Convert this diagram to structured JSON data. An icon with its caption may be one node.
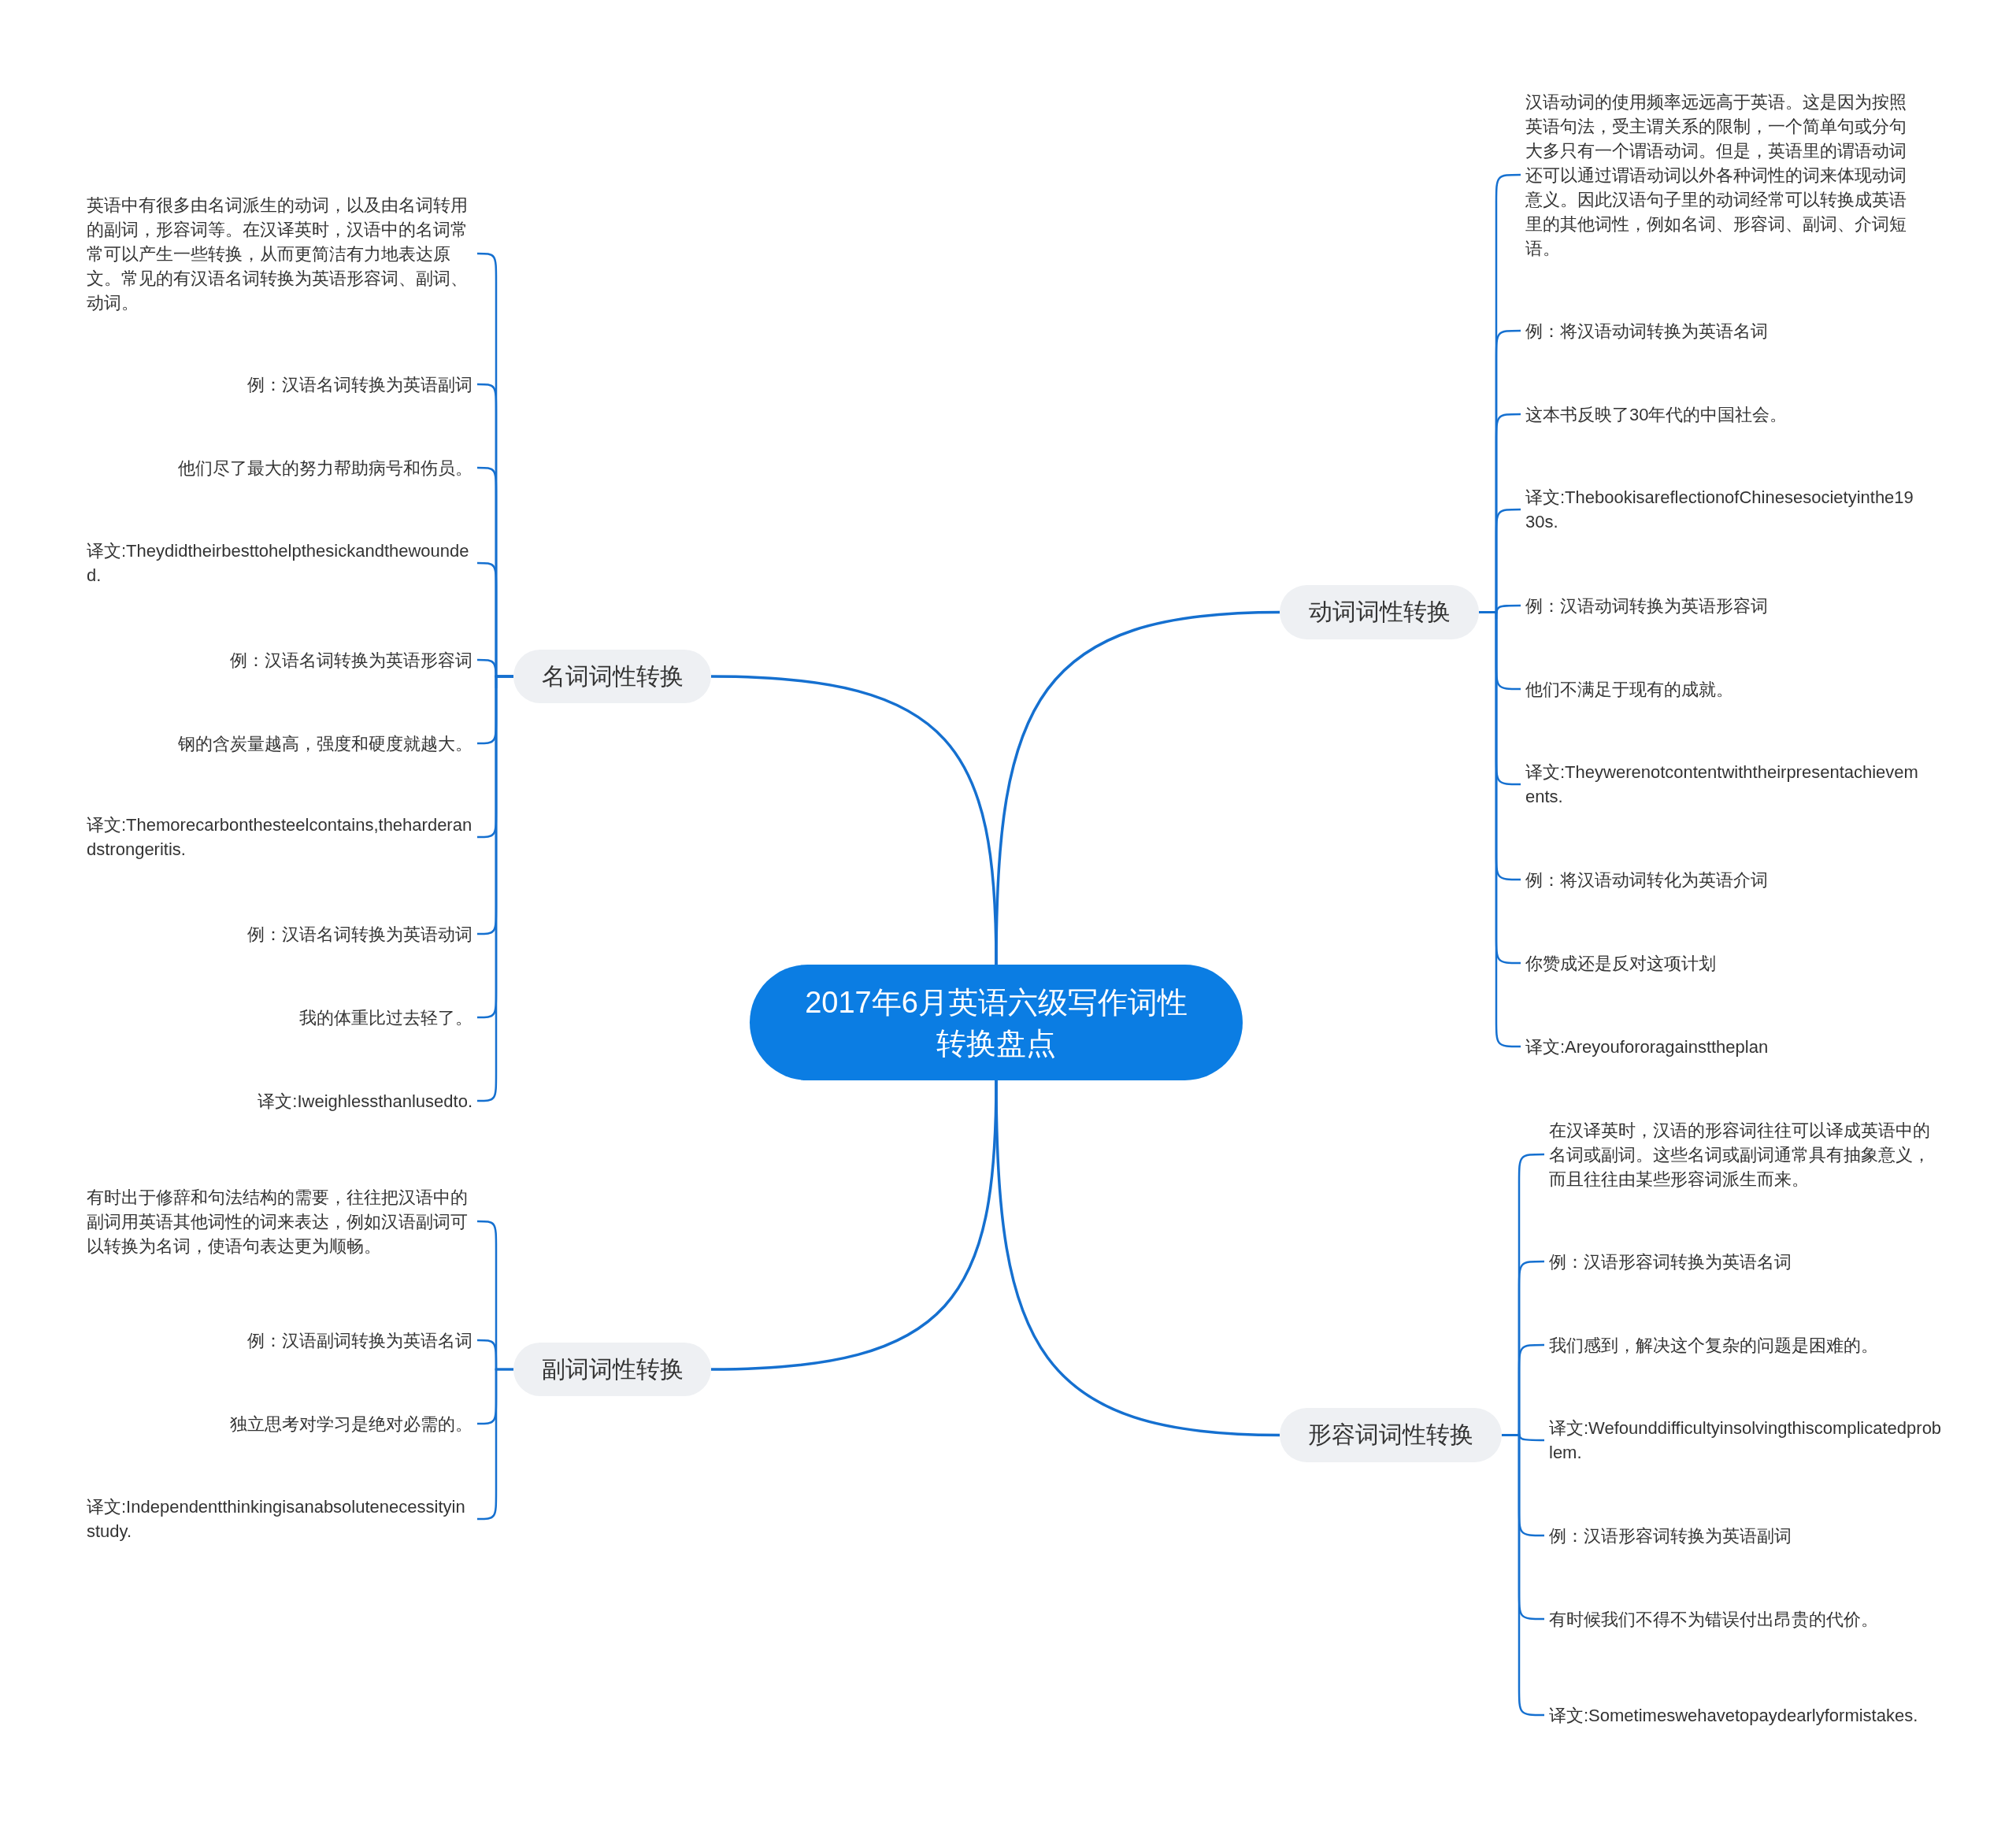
{
  "diagram": {
    "nodes": [
      {
        "text": [
          "2017年6月英语六级写作词性转换盘点"
        ]
      },
      {
        "text": [
          "动词词性转换"
        ]
      },
      {
        "text": [
          "汉语动词的使用频率远远高于英语。这是因为按照英语句法，受主谓关系的限制，一个简单句或分句大多只有一个谓语动词。但是，英语里的谓语动词还可以通过谓语动词以外各种词性的词来体现动词意义。因此汉语句子里的动词经常可以转换成英语里的其他词性，例如名词、形容词、副词、介词短语。"
        ]
      },
      {
        "text": [
          "例：将汉语动词转换为英语名词"
        ]
      },
      {
        "text": [
          "这本书反映了30年代的中国社会。"
        ]
      },
      {
        "text": [
          "译文:ThebookisareflectionofChinesesocietyinthe1930s."
        ]
      },
      {
        "text": [
          "例：汉语动词转换为英语形容词"
        ]
      },
      {
        "text": [
          "他们不满足于现有的成就。"
        ]
      },
      {
        "text": [
          "译文:Theywerenotcontentwiththeirpresentachievements."
        ]
      },
      {
        "text": [
          "例：将汉语动词转化为英语介词"
        ]
      },
      {
        "text": [
          "你赞成还是反对这项计划"
        ]
      },
      {
        "text": [
          "译文:Areyoufororagainsttheplan"
        ]
      },
      {
        "text": [
          "名词词性转换"
        ]
      },
      {
        "text": [
          "英语中有很多由名词派生的动词，以及由名词转用的副词，形容词等。在汉译英时，汉语中的名词常常可以产生一些转换，从而更简洁有力地表达原文。常见的有汉语名词转换为英语形容词、副词、动词。"
        ]
      },
      {
        "text": [
          "例：汉语名词转换为英语副词"
        ]
      },
      {
        "text": [
          "他们尽了最大的努力帮助病号和伤员。"
        ]
      },
      {
        "text": [
          "译文:Theydidtheirbesttohelpthesickandthewounded."
        ]
      },
      {
        "text": [
          "例：汉语名词转换为英语形容词"
        ]
      },
      {
        "text": [
          "钢的含炭量越高，强度和硬度就越大。"
        ]
      },
      {
        "text": [
          "译文:Themorecarbonthesteelcontains,theharderandstrongeritis."
        ]
      },
      {
        "text": [
          "例：汉语名词转换为英语动词"
        ]
      },
      {
        "text": [
          "我的体重比过去轻了。"
        ]
      },
      {
        "text": [
          "译文:Iweighlessthanlusedto."
        ]
      },
      {
        "text": [
          "形容词词性转换"
        ]
      },
      {
        "text": [
          "在汉译英时，汉语的形容词往往可以译成英语中的名词或副词。这些名词或副词通常具有抽象意义，而且往往由某些形容词派生而来。"
        ]
      },
      {
        "text": [
          "例：汉语形容词转换为英语名词"
        ]
      },
      {
        "text": [
          "我们感到，解决这个复杂的问题是困难的。"
        ]
      },
      {
        "text": [
          "译文:Wefounddifficultyinsolvingthiscomplicatedproblem."
        ]
      },
      {
        "text": [
          "例：汉语形容词转换为英语副词"
        ]
      },
      {
        "text": [
          "有时候我们不得不为错误付出昂贵的代价。"
        ]
      },
      {
        "text": [
          "译文:Sometimeswehavetopaydearlyformistakes."
        ]
      },
      {
        "text": [
          "副词词性转换"
        ]
      },
      {
        "text": [
          "有时出于修辞和句法结构的需要，往往把汉语中的副词用英语其他词性的词来表达，例如汉语副词可以转换为名词，使语句表达更为顺畅。"
        ]
      },
      {
        "text": [
          "例：汉语副词转换为英语名词"
        ]
      },
      {
        "text": [
          "独立思考对学习是绝对必需的。"
        ]
      },
      {
        "text": [
          "译文:Independentthinkingisanabsolutenecessityinstudy."
        ]
      }
    ],
    "edges": [
      {
        "from": 0,
        "to": 1,
        "arrow": "none"
      },
      {
        "from": 1,
        "to": 2,
        "arrow": "none"
      },
      {
        "from": 1,
        "to": 3,
        "arrow": "none"
      },
      {
        "from": 1,
        "to": 4,
        "arrow": "none"
      },
      {
        "from": 1,
        "to": 5,
        "arrow": "none"
      },
      {
        "from": 1,
        "to": 6,
        "arrow": "none"
      },
      {
        "from": 1,
        "to": 7,
        "arrow": "none"
      },
      {
        "from": 1,
        "to": 8,
        "arrow": "none"
      },
      {
        "from": 1,
        "to": 9,
        "arrow": "none"
      },
      {
        "from": 1,
        "to": 10,
        "arrow": "none"
      },
      {
        "from": 1,
        "to": 11,
        "arrow": "none"
      },
      {
        "from": 0,
        "to": 12,
        "arrow": "none"
      },
      {
        "from": 12,
        "to": 13,
        "arrow": "none"
      },
      {
        "from": 12,
        "to": 14,
        "arrow": "none"
      },
      {
        "from": 12,
        "to": 15,
        "arrow": "none"
      },
      {
        "from": 12,
        "to": 16,
        "arrow": "none"
      },
      {
        "from": 12,
        "to": 17,
        "arrow": "none"
      },
      {
        "from": 12,
        "to": 18,
        "arrow": "none"
      },
      {
        "from": 12,
        "to": 19,
        "arrow": "none"
      },
      {
        "from": 12,
        "to": 20,
        "arrow": "none"
      },
      {
        "from": 12,
        "to": 21,
        "arrow": "none"
      },
      {
        "from": 12,
        "to": 22,
        "arrow": "none"
      },
      {
        "from": 0,
        "to": 23,
        "arrow": "none"
      },
      {
        "from": 23,
        "to": 24,
        "arrow": "none"
      },
      {
        "from": 23,
        "to": 25,
        "arrow": "none"
      },
      {
        "from": 23,
        "to": 26,
        "arrow": "none"
      },
      {
        "from": 23,
        "to": 27,
        "arrow": "none"
      },
      {
        "from": 23,
        "to": 28,
        "arrow": "none"
      },
      {
        "from": 23,
        "to": 29,
        "arrow": "none"
      },
      {
        "from": 23,
        "to": 30,
        "arrow": "none"
      },
      {
        "from": 0,
        "to": 31,
        "arrow": "none"
      },
      {
        "from": 31,
        "to": 32,
        "arrow": "none"
      },
      {
        "from": 31,
        "to": 33,
        "arrow": "none"
      },
      {
        "from": 31,
        "to": 34,
        "arrow": "none"
      },
      {
        "from": 31,
        "to": 35,
        "arrow": "none"
      }
    ]
  }
}
